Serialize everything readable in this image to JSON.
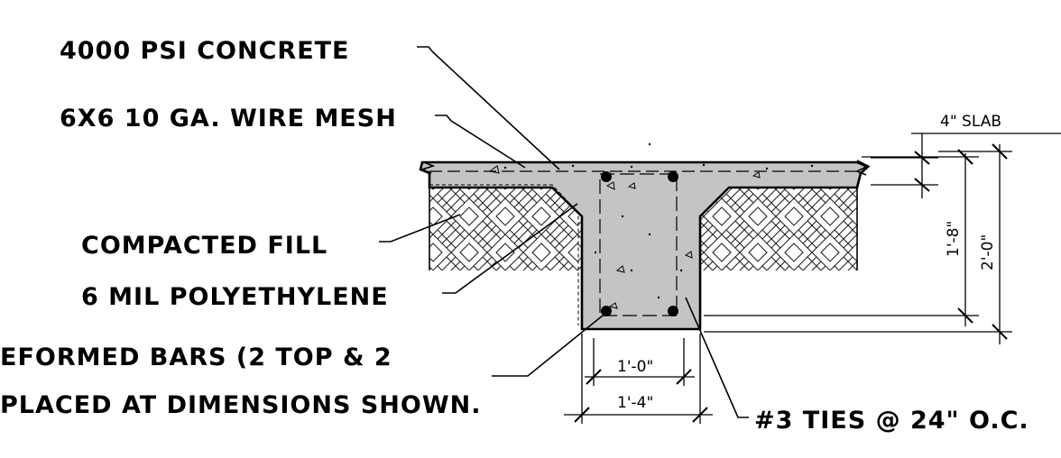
{
  "labels": {
    "concrete": "4000 PSI CONCRETE",
    "mesh": "6X6 10 GA. WIRE MESH",
    "fill": "COMPACTED FILL",
    "poly": "6 MIL POLYETHYLENE",
    "bars_line1": "EFORMED BARS (2 TOP & 2",
    "bars_line2": "PLACED AT DIMENSIONS SHOWN.",
    "ties": "#3 TIES @ 24\" O.C."
  },
  "dimensions": {
    "slab": "4\" SLAB",
    "depth_inner": "1'-8\"",
    "depth_total": "2'-0\"",
    "width_inner": "1'-0\"",
    "width_total": "1'-4\""
  }
}
